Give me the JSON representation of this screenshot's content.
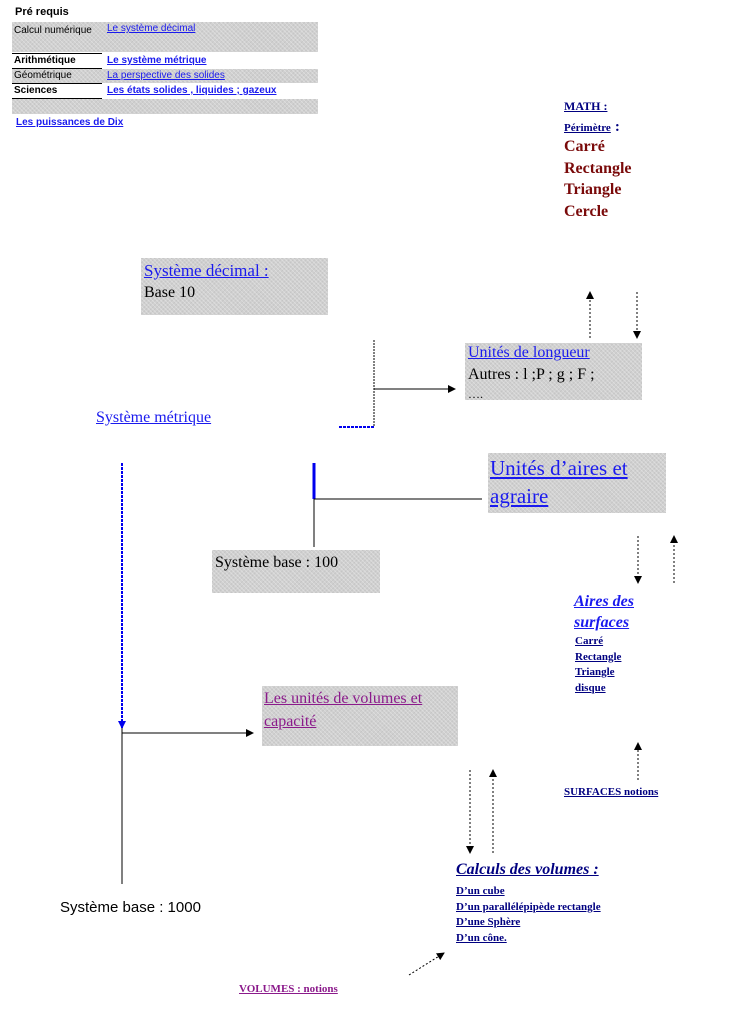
{
  "prereq": {
    "title": "Pré requis",
    "rows": [
      {
        "left": "Calcul numérique",
        "right": "Le système décimal"
      },
      {
        "left": "Arithmétique",
        "right": "Le système métrique"
      },
      {
        "left": "Géométrique",
        "right": "La perspective des solides"
      },
      {
        "left": "Sciences",
        "right": "Les états  solides  , liquides ; gazeux"
      }
    ],
    "footer_link": "Les puissances de Dix"
  },
  "math": {
    "heading": "MATH :",
    "subheading": "Périmètre",
    "subheading_colon": ":",
    "items": [
      "Carré",
      "Rectangle",
      "Triangle",
      "Cercle"
    ]
  },
  "decimal": {
    "title": "Système  décimal  :",
    "text": "Base 10"
  },
  "metrique": {
    "title": "Système métrique"
  },
  "longueur": {
    "title": "Unités de longueur",
    "text": "Autres : l ;P ; g ; F ;",
    "extra": "…."
  },
  "aires": {
    "title": "Unités d’aires et agraire"
  },
  "base100": {
    "text": "Système base : 100"
  },
  "aires_surfaces": {
    "title": "Aires des surfaces",
    "items": [
      "Carré",
      "Rectangle",
      "Triangle",
      "disque"
    ]
  },
  "volumes": {
    "title": "Les unités de volumes et capacité"
  },
  "surfaces_notions": {
    "text": "SURFACES  notions"
  },
  "calculs": {
    "title": "Calculs des volumes :",
    "items": [
      "D’un cube",
      "D’un parallélépipède rectangle",
      "D’une Sphère",
      "D’un cône."
    ]
  },
  "base1000": {
    "text": "Système base : 1000"
  },
  "volumes_notions": {
    "text": "VOLUMES   : notions"
  },
  "colors": {
    "link": "#1a1aee",
    "dark_red": "#7a0a0a",
    "purple": "#8b1a8b",
    "navy": "#000080",
    "box": "#d0d0d0"
  }
}
